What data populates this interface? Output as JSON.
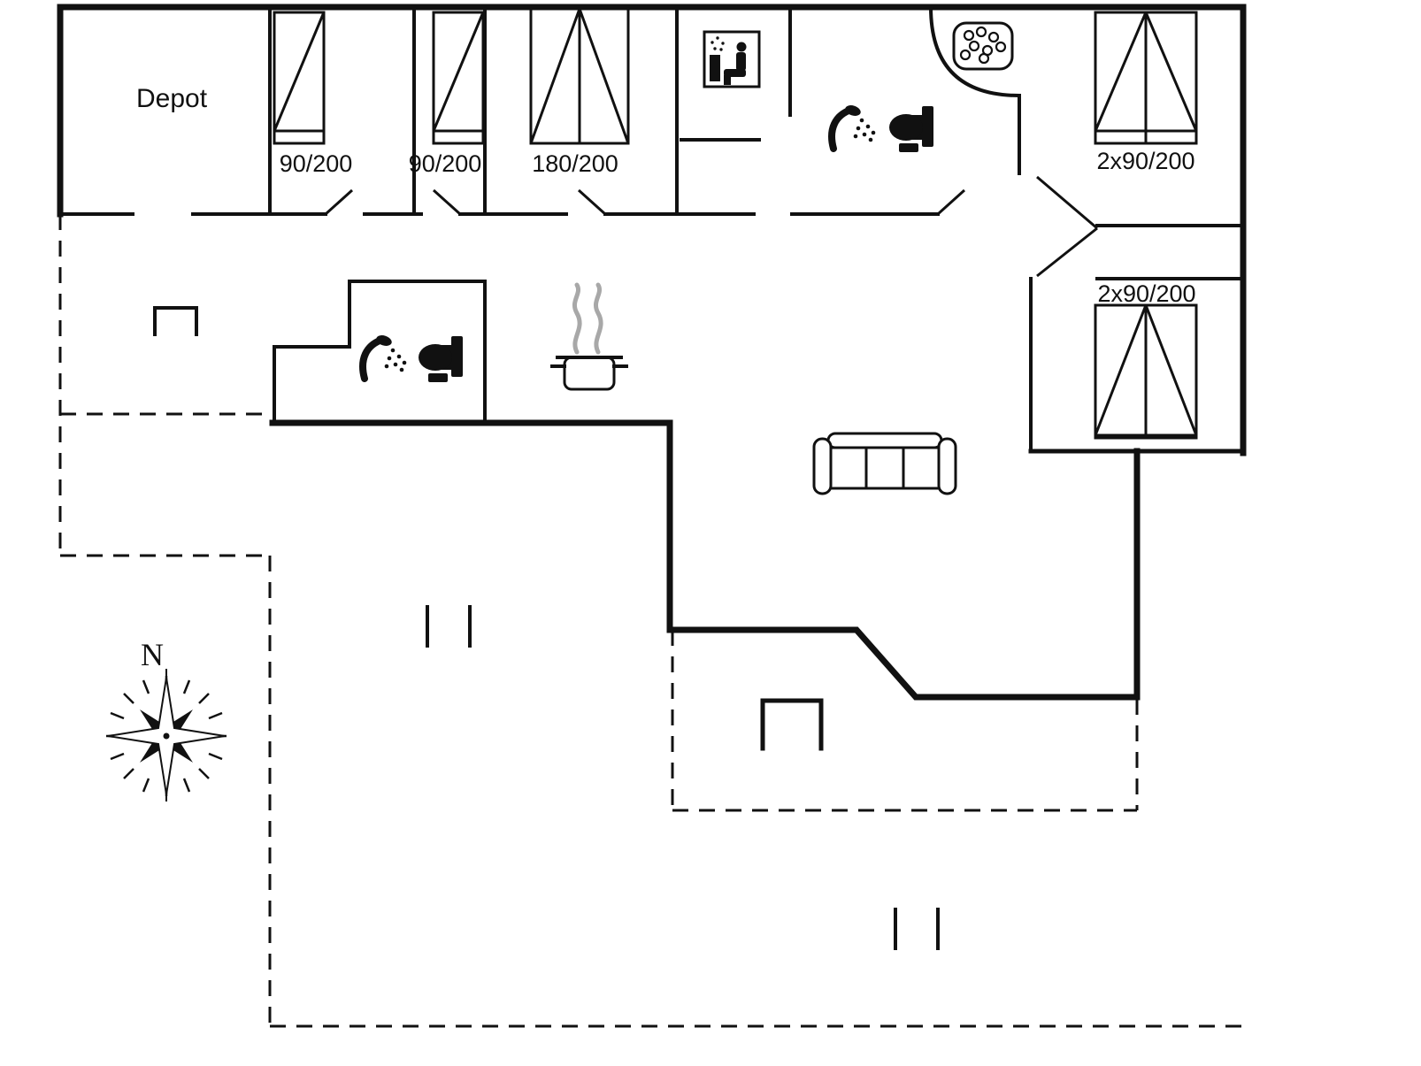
{
  "labels": {
    "depot": "Depot",
    "bed_90_200_a": "90/200",
    "bed_90_200_b": "90/200",
    "bed_180_200": "180/200",
    "beds_2x90_200_ne": "2x90/200",
    "beds_2x90_200_se": "2x90/200",
    "compass_north": "N"
  },
  "icons": [
    "single-bed-icon",
    "double-bed-icon",
    "twin-beds-icon",
    "sauna-icon",
    "shower-icon",
    "toilet-icon",
    "whirlpool-tub-icon",
    "cooking-pot-icon",
    "sofa-icon",
    "compass-rose-icon",
    "terrace-step-marks",
    "chimney-symbol"
  ],
  "colors": {
    "wall": "#111111",
    "steam": "#a8a8a8",
    "background": "#ffffff"
  }
}
